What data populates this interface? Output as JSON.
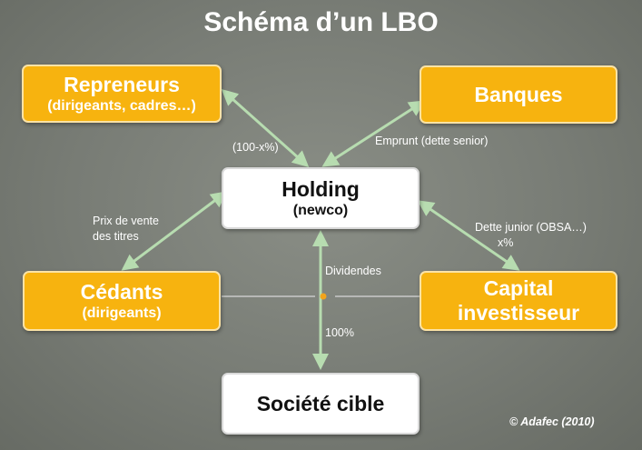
{
  "title": "Schéma d’un LBO",
  "nodes": {
    "repreneurs": {
      "label": "Repreneurs",
      "sublabel": "(dirigeants, cadres…)"
    },
    "banques": {
      "label": "Banques"
    },
    "holding": {
      "label": "Holding",
      "sublabel": "(newco)"
    },
    "cedants": {
      "label": "Cédants",
      "sublabel": "(dirigeants)"
    },
    "capital": {
      "label_line1": "Capital",
      "label_line2": "investisseur"
    },
    "cible": {
      "label": "Société cible"
    }
  },
  "edge_labels": {
    "repreneurs_share": "(100-x%)",
    "emprunt": "Emprunt (dette senior)",
    "prix_line1": "Prix de vente",
    "prix_line2": "des titres",
    "dette_junior": "Dette junior (OBSA…)",
    "capital_share": "x%",
    "dividendes": "Dividendes",
    "cible_share": "100%"
  },
  "copyright": "© Adafec (2010)",
  "colors": {
    "box_fill": "#f7b30f",
    "box_border": "#fbe3a6",
    "arrow": "#b7dcb0",
    "connector": "#d8d8d8",
    "connector_dot": "#f2a41c"
  }
}
